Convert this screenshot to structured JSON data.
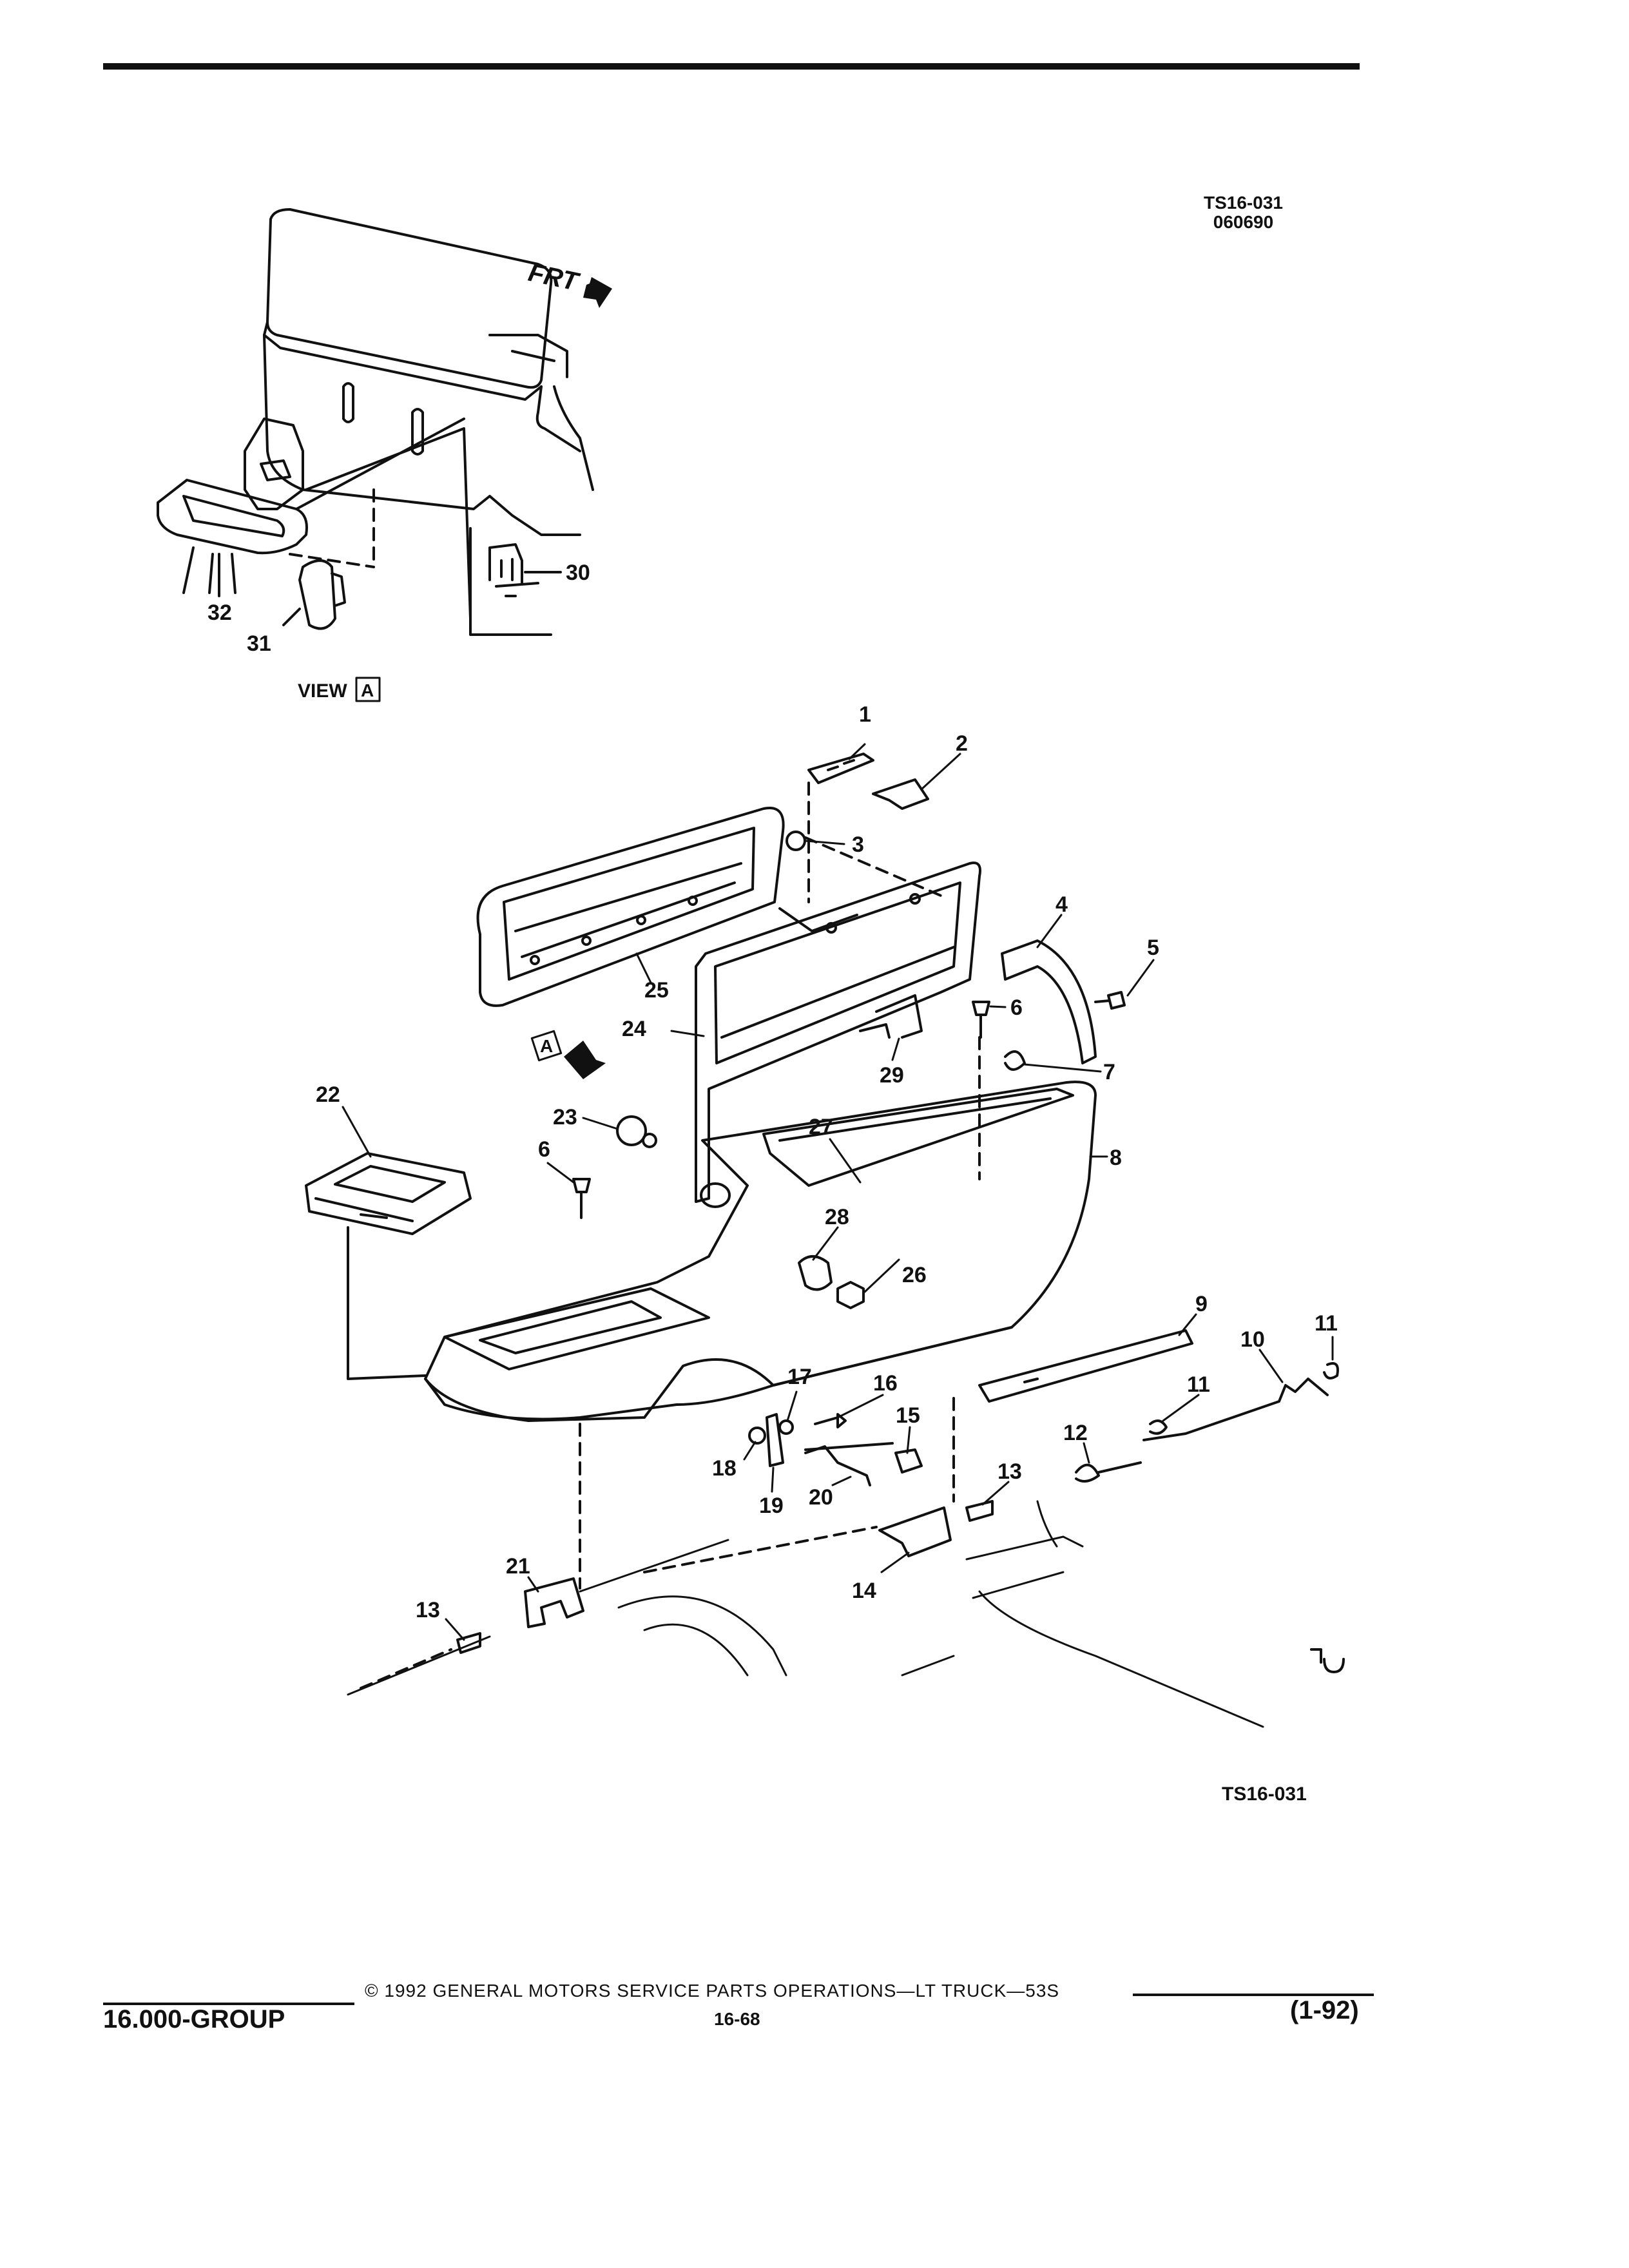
{
  "header": {
    "figure_code": "TS16-031",
    "date_code": "060690"
  },
  "view_a": {
    "direction_label": "FRT",
    "caption_word": "VIEW",
    "caption_letter": "A",
    "callouts": [
      "30",
      "31",
      "32"
    ]
  },
  "main_view": {
    "view_marker": "A",
    "callouts": [
      "1",
      "2",
      "3",
      "4",
      "5",
      "6",
      "6",
      "7",
      "8",
      "9",
      "10",
      "11",
      "11",
      "12",
      "13",
      "13",
      "14",
      "15",
      "16",
      "17",
      "18",
      "19",
      "20",
      "21",
      "22",
      "23",
      "24",
      "25",
      "26",
      "27",
      "28",
      "29"
    ]
  },
  "figure_code_bottom": "TS16-031",
  "footer": {
    "group": "16.000-GROUP",
    "copyright": "© 1992 GENERAL MOTORS SERVICE PARTS OPERATIONS—LT TRUCK—53S",
    "page": "16-68",
    "revision": "(1-92)"
  }
}
